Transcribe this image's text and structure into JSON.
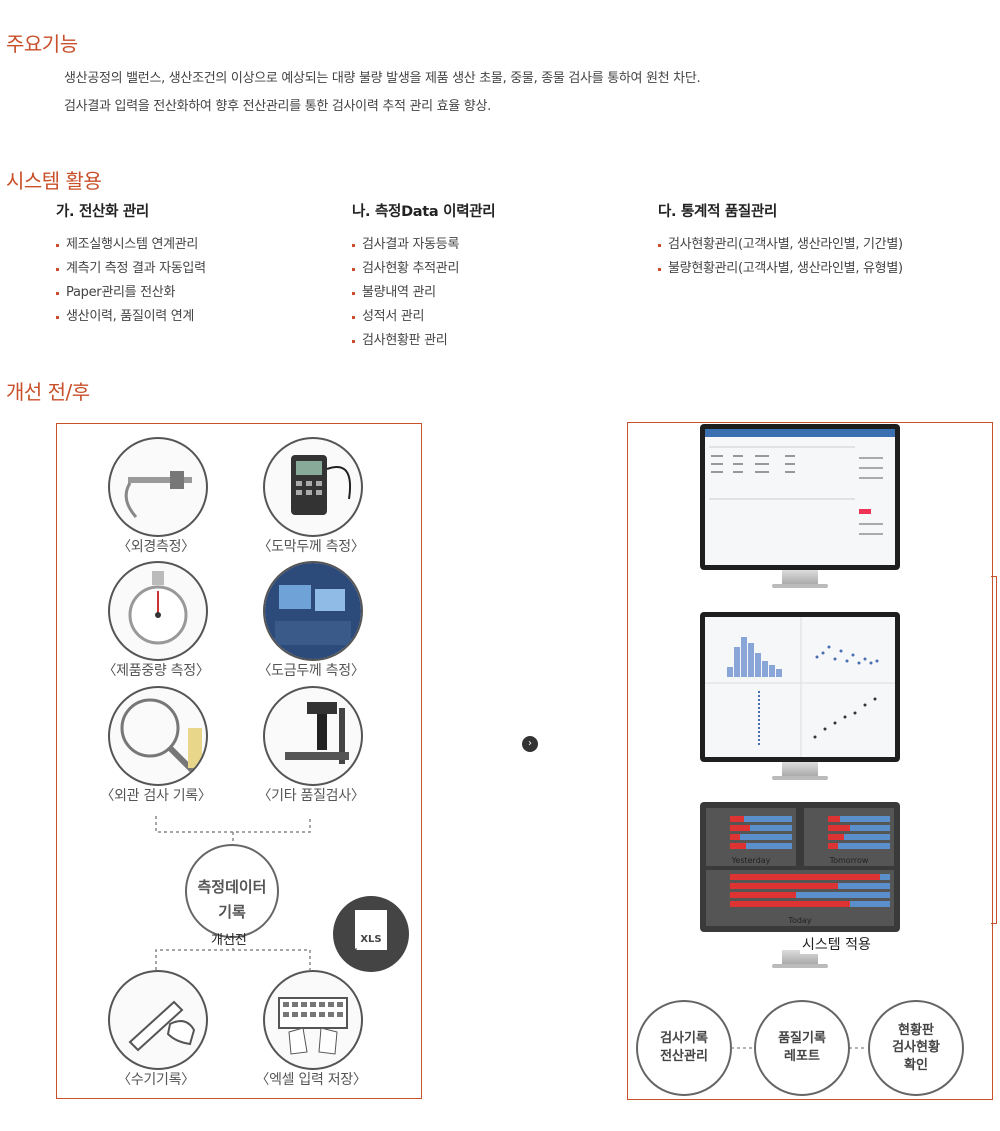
{
  "section1": {
    "title": "주요기능",
    "lines": [
      "생산공정의 밸런스, 생산조건의 이상으로 예상되는 대량 불량 발생을 제품 생산 초물, 중물, 종물 검사를 통하여 원천 차단.",
      "검사결과 입력을 전산화하여 향후 전산관리를 통한 검사이력 추적 관리 효율 향상."
    ]
  },
  "section2": {
    "title": "시스템 활용",
    "columns": [
      {
        "heading": "가. 전산화 관리",
        "items": [
          "제조실행시스템 연계관리",
          "계측기 측정 결과 자동입력",
          "Paper관리를 전산화",
          "생산이력, 품질이력 연계"
        ]
      },
      {
        "heading": "나. 측정Data 이력관리",
        "items": [
          "검사결과 자동등록",
          "검사현황 추적관리",
          "불량내역 관리",
          "성적서 관리",
          "검사현황판 관리"
        ]
      },
      {
        "heading": "다. 통계적 품질관리",
        "items": [
          "검사현황관리(고객사별, 생산라인별, 기간별)",
          "불량현황관리(고객사별, 생산라인별, 유형별)"
        ]
      }
    ]
  },
  "section3": {
    "title": "개선 전/후",
    "before": {
      "captions": [
        "〈외경측정〉",
        "〈도막두께 측정〉",
        "〈제품중량 측정〉",
        "〈도금두께 측정〉",
        "〈외관 검사 기록〉",
        "〈기타 품질검사〉"
      ],
      "center_line1": "측정데이터",
      "center_line2": "기록",
      "label": "개선전",
      "xls": "XLS",
      "bottom_captions": [
        "〈수기기록〉",
        "〈엑셀 입력 저장〉"
      ]
    },
    "after": {
      "dash_yesterday": "Yesterday",
      "dash_tomorrow": "Tomorrow",
      "dash_today": "Today",
      "label": "시스템 적용",
      "circles": [
        {
          "line1": "검사기록",
          "line2": "전산관리"
        },
        {
          "line1": "품질기록",
          "line2": "레포트"
        },
        {
          "line1": "현황판",
          "line2": "검사현황",
          "line3": "확인"
        }
      ]
    },
    "arrow_icon": "chevron-right-icon"
  }
}
